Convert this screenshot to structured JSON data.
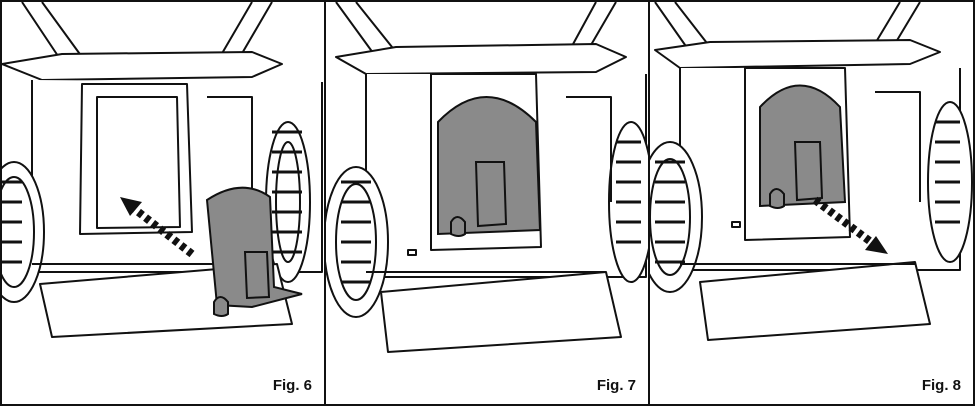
{
  "figures": [
    {
      "label": "Fig. 6",
      "step": "insert"
    },
    {
      "label": "Fig. 7",
      "step": "installed"
    },
    {
      "label": "Fig. 8",
      "step": "remove"
    }
  ],
  "colors": {
    "line": "#111111",
    "flap": "#8a8a8a",
    "background": "#ffffff"
  }
}
